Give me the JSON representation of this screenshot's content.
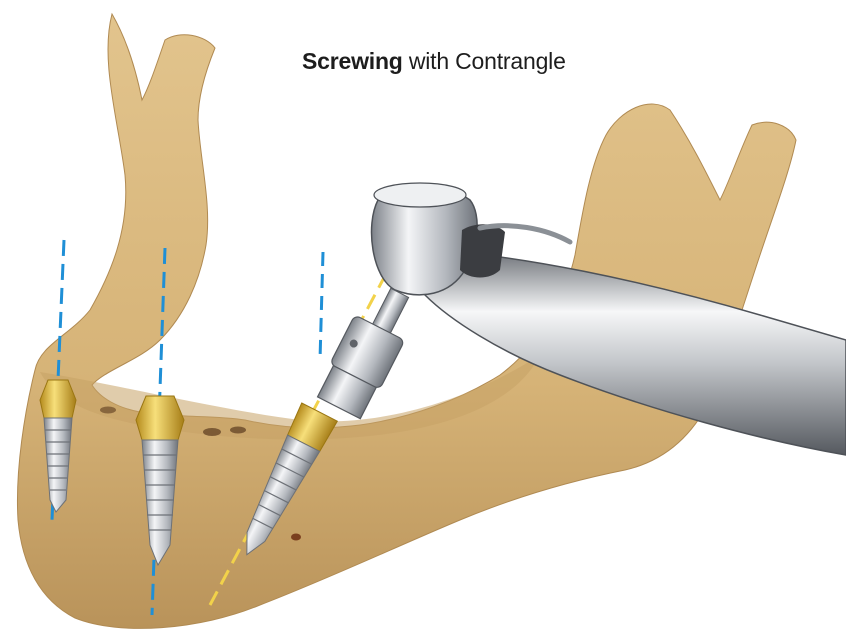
{
  "caption": {
    "bold": "Screwing",
    "rest": " with Contrangle"
  },
  "colors": {
    "bone": "#d9b97e",
    "bone_shadow": "#b8945a",
    "axis_blue": "#1f8fd6",
    "axis_yellow": "#f2d24a",
    "abutment_gold": "#e7c23f",
    "metal": "#c9ccd1"
  },
  "icons": [
    "mandible-bone",
    "dental-implant",
    "contra-angle-handpiece"
  ]
}
